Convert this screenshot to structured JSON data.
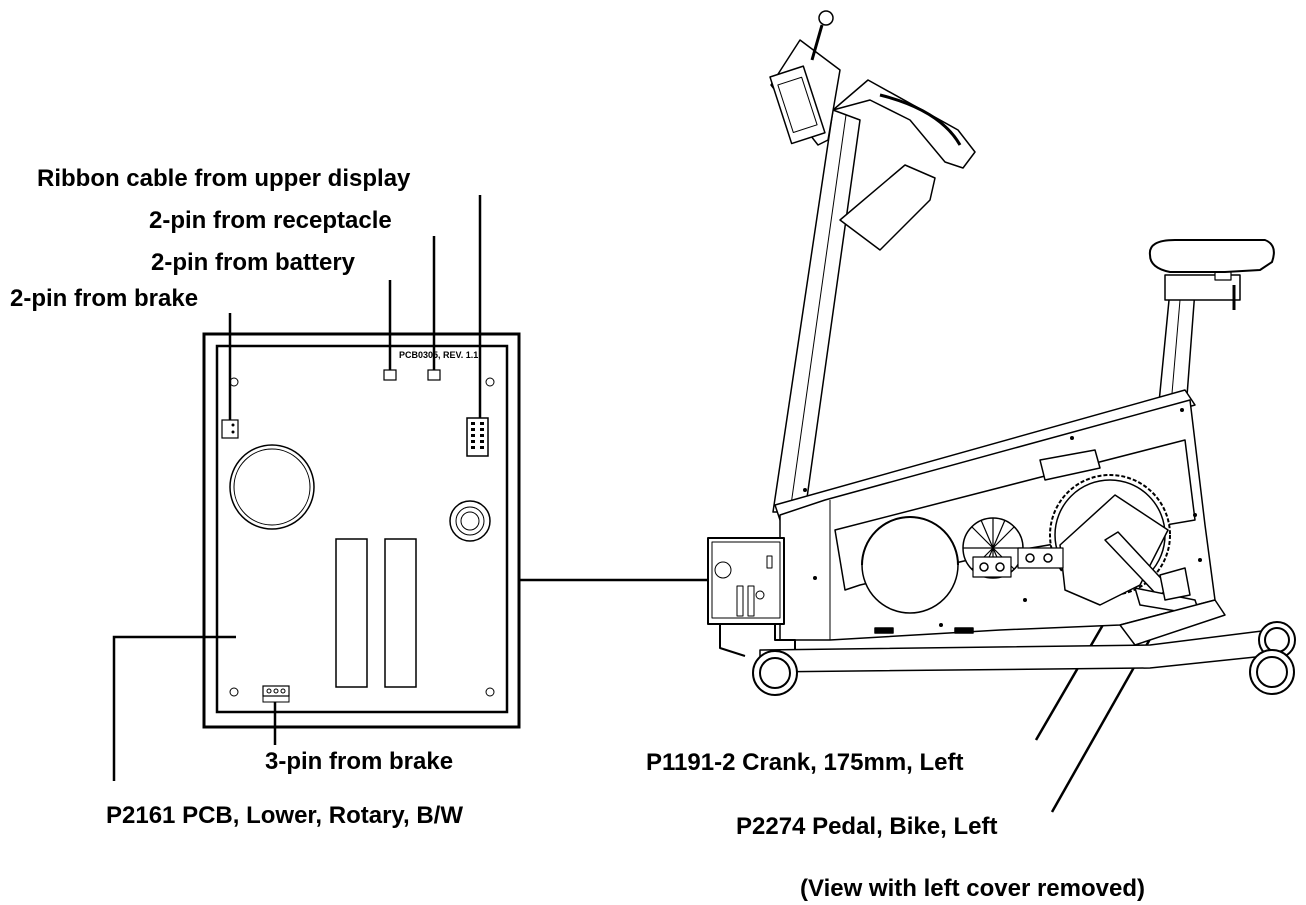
{
  "callouts": {
    "ribbon_cable": "Ribbon cable from upper display",
    "receptacle_pin": "2-pin from receptacle",
    "battery_pin": "2-pin from battery",
    "brake_2pin": "2-pin from brake",
    "brake_3pin": "3-pin from brake",
    "pcb_part": "P2161 PCB, Lower, Rotary, B/W",
    "crank_part": "P1191-2 Crank, 175mm, Left",
    "pedal_part": "P2274 Pedal, Bike, Left",
    "view_note": "(View with left cover removed)"
  },
  "pcb": {
    "silkscreen": "PCB0305, REV. 1.1"
  },
  "icons": [
    "pcb-board",
    "exercise-bike"
  ]
}
